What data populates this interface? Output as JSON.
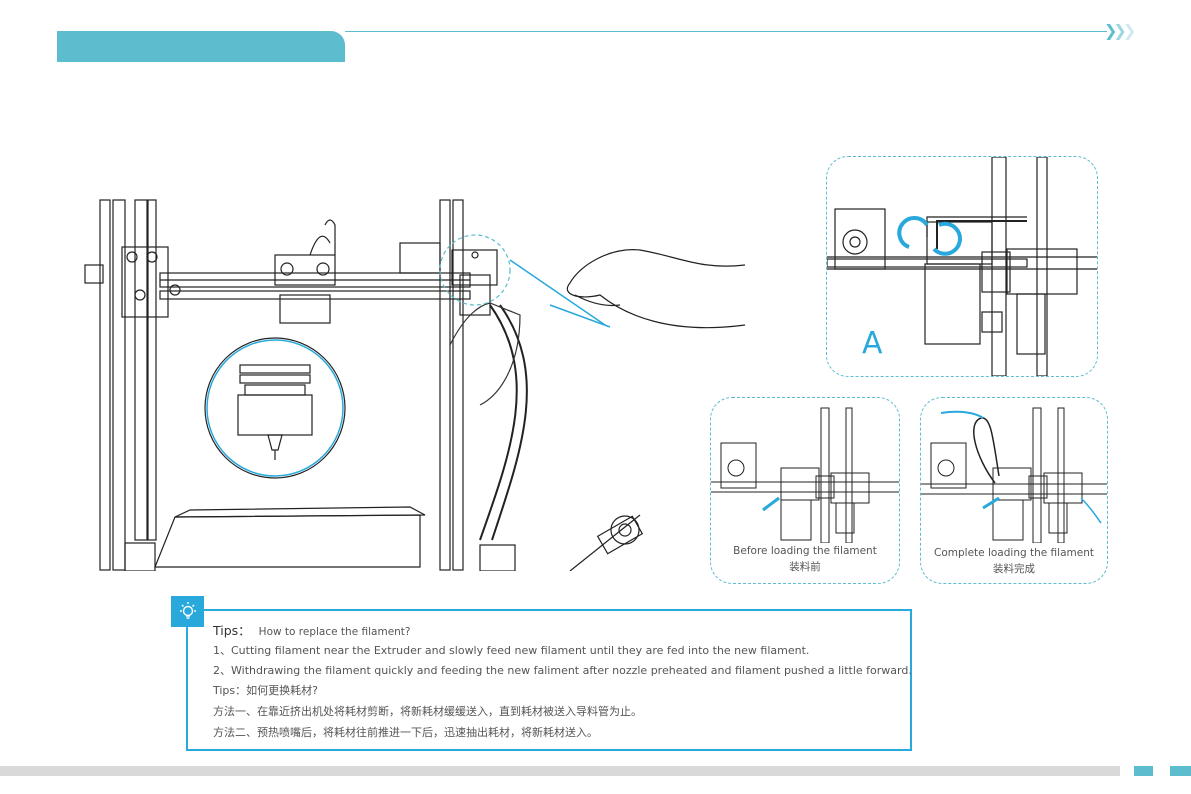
{
  "insets": {
    "a_label": "A",
    "before_caption_en": "Before loading the filament",
    "before_caption_zh": "装料前",
    "after_caption_en": "Complete loading the filament",
    "after_caption_zh": "装料完成"
  },
  "tips": {
    "title": "Tips：",
    "question": "How to replace the filament?",
    "lines": [
      "1、Cutting filament near the Extruder and slowly feed new filament until they are fed into the new filament.",
      "2、Withdrawing the filament quickly and feeding the new faliment after nozzle preheated and filament pushed a little forward.",
      "Tips：如何更换耗材?",
      "方法一、在靠近挤出机处将耗材剪断，将新耗材缓缓送入，直到耗材被送入导料管为止。",
      "方法二、预热喷嘴后，将耗材往前推进一下后，迅速抽出耗材，将新耗材送入。"
    ]
  },
  "colors": {
    "accent": "#29a8dc",
    "header": "#5bbdcd",
    "footer": "#d9d9d9"
  },
  "icons": {
    "tips": "lightbulb-icon",
    "header": "chevron-right-icon"
  }
}
